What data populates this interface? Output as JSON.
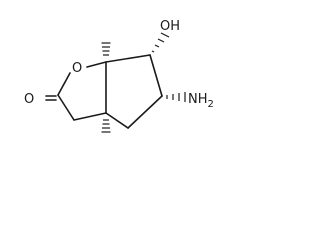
{
  "molecule": {
    "labels": {
      "ring_oxygen": "O",
      "hydroxyl": "OH",
      "carbonyl_oxygen": "O",
      "amino": "NH2",
      "amino_main": "NH",
      "amino_sub": "2"
    }
  },
  "colors": {
    "ink": "#1a1a1a",
    "background": "#ffffff"
  }
}
